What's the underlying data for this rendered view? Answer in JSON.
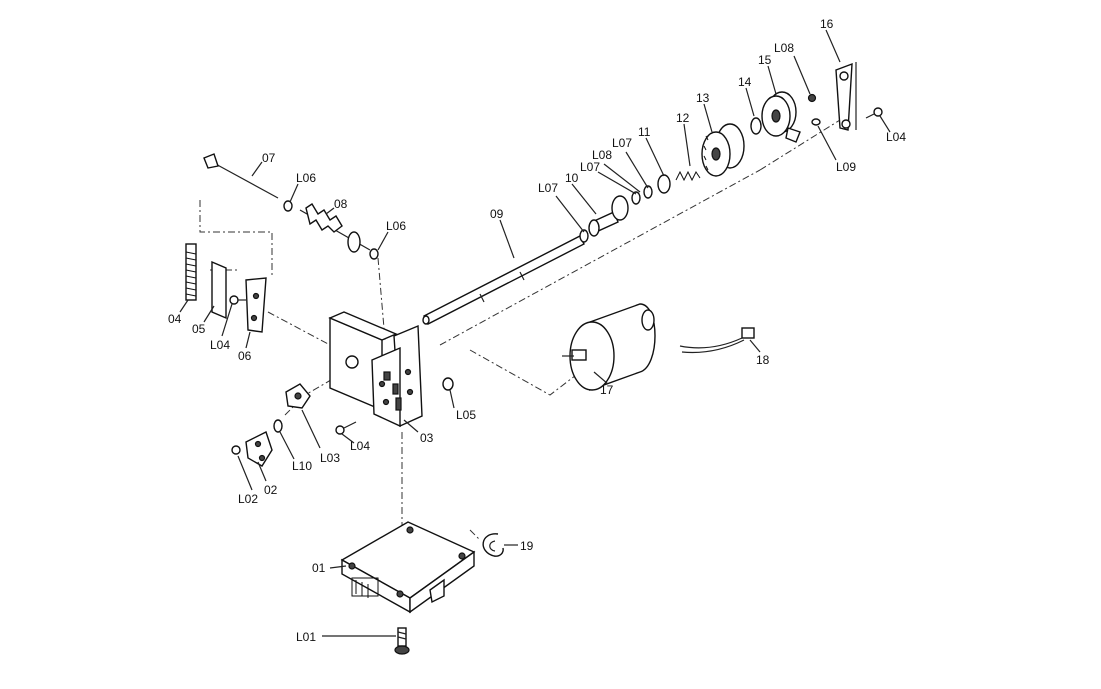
{
  "labels": {
    "p01": "01",
    "p02": "02",
    "p03": "03",
    "p04": "04",
    "p05": "05",
    "p06": "06",
    "p07": "07",
    "p08": "08",
    "p09": "09",
    "p10": "10",
    "p11": "11",
    "p12": "12",
    "p13": "13",
    "p14": "14",
    "p15": "15",
    "p16": "16",
    "p17": "17",
    "p18": "18",
    "p19": "19",
    "l01": "L01",
    "l02": "L02",
    "l03": "L03",
    "l04a": "L04",
    "l04b": "L04",
    "l04c": "L04",
    "l05": "L05",
    "l06a": "L06",
    "l06b": "L06",
    "l07a": "L07",
    "l07b": "L07",
    "l07c": "L07",
    "l08a": "L08",
    "l08b": "L08",
    "l09": "L09",
    "l10": "L10"
  }
}
